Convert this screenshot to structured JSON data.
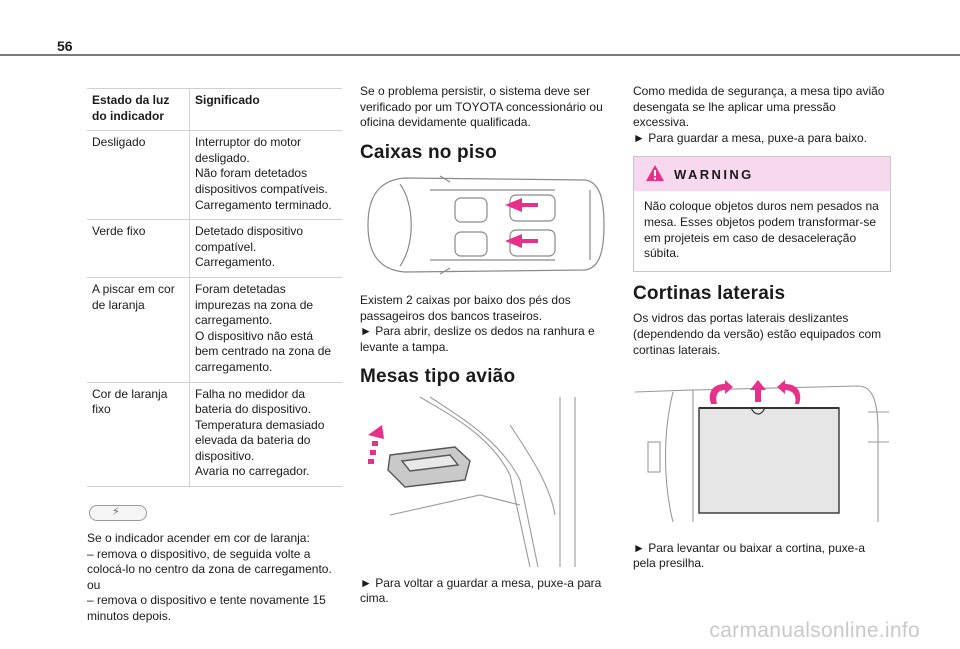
{
  "page": {
    "number": "56"
  },
  "table": {
    "headers": [
      "Estado da luz do indicador",
      "Significado"
    ],
    "rows": [
      [
        "Desligado",
        "Interruptor do motor desligado.\nNão foram detetados dispositivos compatíveis.\nCarregamento terminado."
      ],
      [
        "Verde fixo",
        "Detetado dispositivo compatível.\nCarregamento."
      ],
      [
        "A piscar em cor de laranja",
        "Foram detetadas impurezas na zona de carregamento.\nO dispositivo não está bem centrado na zona de carregamento."
      ],
      [
        "Cor de laranja fixo",
        "Falha no medidor da bateria do dispositivo.\nTemperatura demasiado elevada da bateria do dispositivo.\nAvaria no carregador."
      ]
    ]
  },
  "col1": {
    "indicator_icon": "charging-indicator-icon",
    "text": "Se o indicador acender em cor de laranja:\n–  remova o dispositivo, de seguida volte a colocá-lo no centro da zona de carregamento.\nou\n–  remova o dispositivo e tente novamente 15 minutos depois."
  },
  "col2": {
    "intro": "Se o problema persistir, o sistema deve ser verificado por um TOYOTA concessionário ou oficina devidamente qualificada.",
    "h_caixas": "Caixas no piso",
    "caixas_text": "Existem 2 caixas por baixo dos pés dos passageiros dos bancos traseiros.\n►  Para abrir, deslize os dedos na ranhura e levante a tampa.",
    "h_mesas": "Mesas tipo avião",
    "mesas_text": "►  Para voltar a guardar a mesa, puxe-a para cima."
  },
  "col3": {
    "intro": "Como medida de segurança, a mesa tipo avião desengata se lhe aplicar uma pressão excessiva.\n►  Para guardar a mesa, puxe-a para baixo.",
    "warning_title": "WARNING",
    "warning_text": "Não coloque objetos duros nem pesados na mesa. Esses objetos podem transformar-se em projeteis em caso de desaceleração súbita.",
    "h_cortinas": "Cortinas laterais",
    "cortinas_text": "Os vidros das portas laterais deslizantes (dependendo da versão) estão equipados com cortinas laterais.",
    "cortinas_action": "►  Para levantar ou baixar a cortina, puxe-a pela presilha."
  },
  "watermark": "carmanualsonline.info",
  "colors": {
    "accent_pink": "#e8308a",
    "warning_bg": "#f8d8ef"
  }
}
